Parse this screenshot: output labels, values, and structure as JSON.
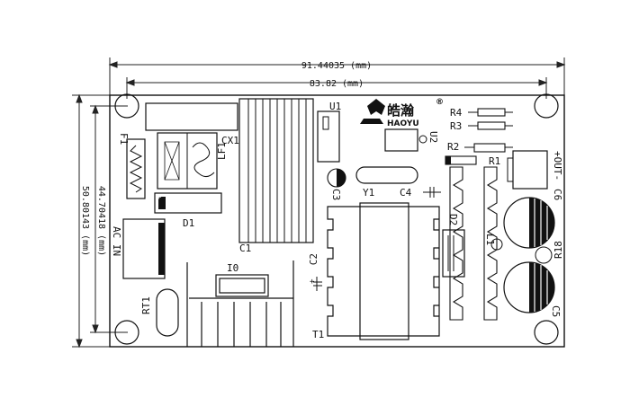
{
  "dimensions": {
    "overall_width": "91.44035 (mm)",
    "hole_span_width": "83.82 (mm)",
    "overall_height": "50.80143 (mm)",
    "hole_span_height": "44.70418 (mm)"
  },
  "brand": {
    "name_cn": "皓瀚",
    "name_en": "HAOYU",
    "registered": "®"
  },
  "components": {
    "u1": "U1",
    "u2": "U2",
    "r1": "R1",
    "r2": "R2",
    "r3": "R3",
    "r4": "R4",
    "r18": "R18",
    "f1": "F1",
    "cx1": "CX1",
    "lf1": "LF1",
    "d1": "D1",
    "d2": "D2",
    "c1": "C1",
    "c2": "C2",
    "c3": "C3",
    "c4": "C4",
    "c5": "C5",
    "c6": "C6",
    "y1": "Y1",
    "l1": "L1",
    "t1": "T1",
    "i0": "I0",
    "rt1": "RT1",
    "ac_in": "AC IN",
    "out": "+OUT-"
  },
  "polarity": {
    "d1_plus": "+",
    "c2_plus": "+"
  }
}
